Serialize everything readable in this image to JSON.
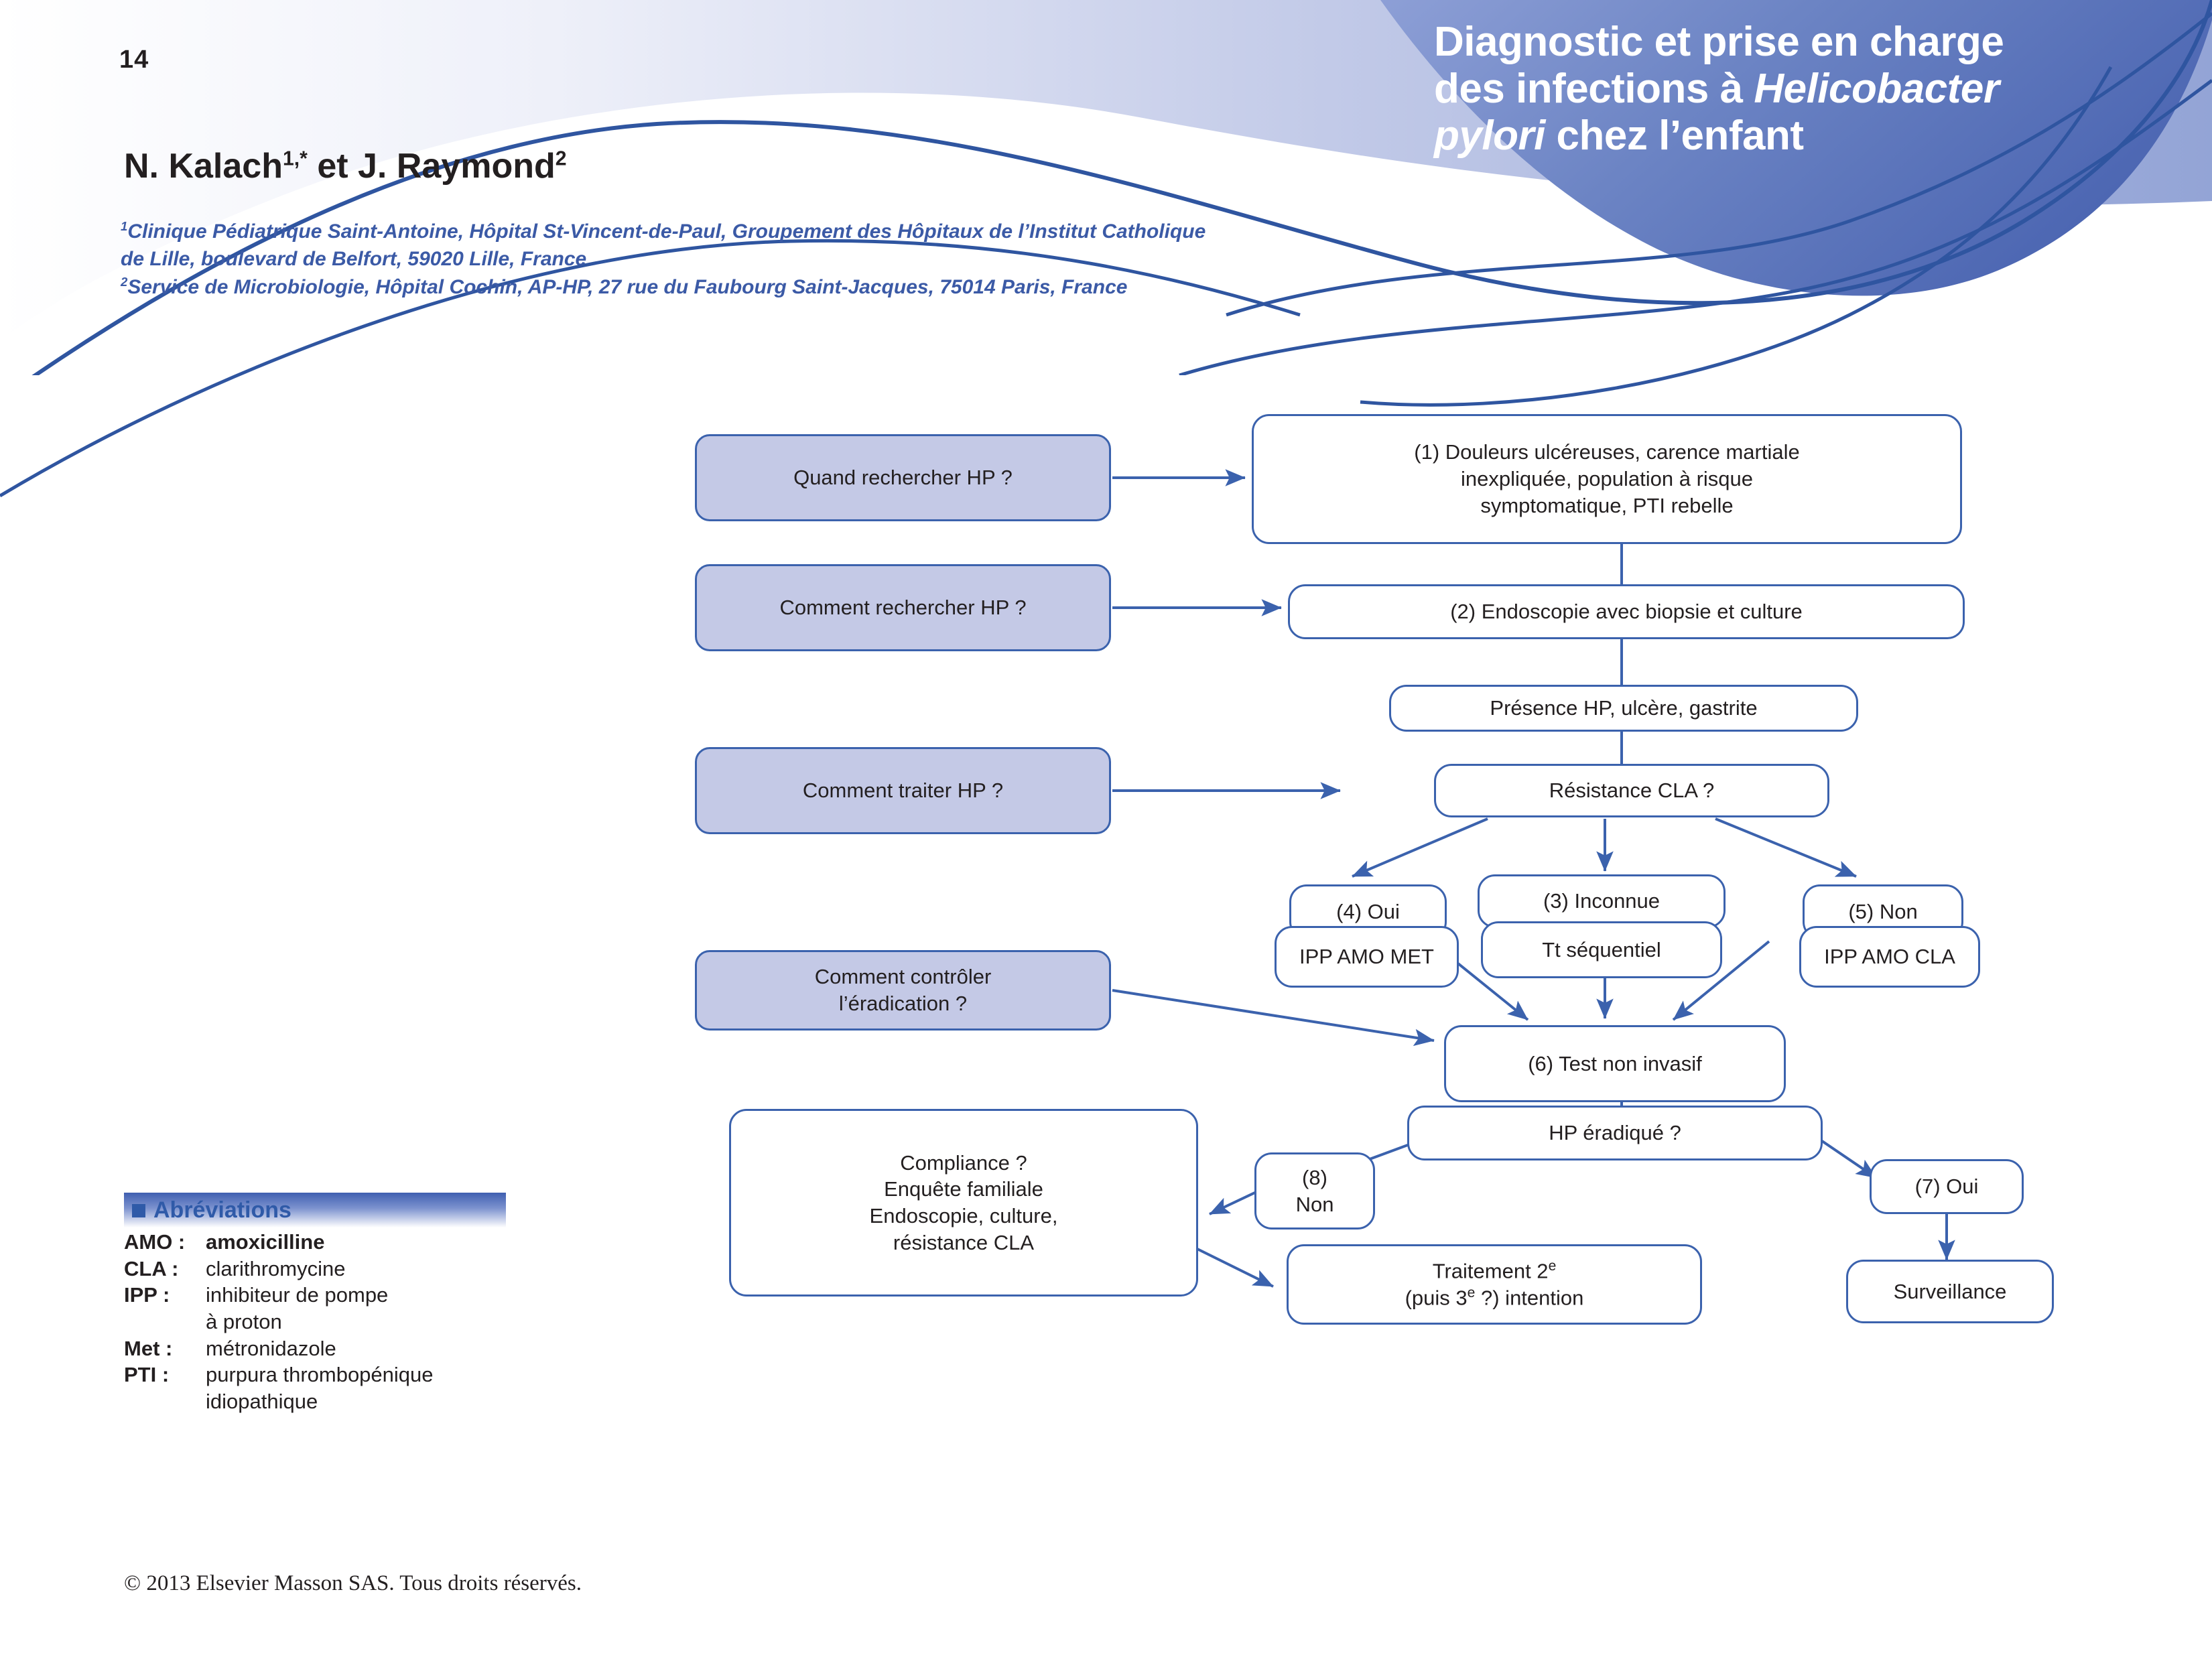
{
  "page": {
    "number": "14",
    "footer": "© 2013 Elsevier Masson SAS. Tous droits réservés."
  },
  "header": {
    "title_line1": "Diagnostic et prise en charge",
    "title_line2_a": "des infections à ",
    "title_line2_b": "Helicobacter",
    "title_line3_a": "pylori",
    "title_line3_b": " chez l’enfant",
    "accent_color": "#5872b8",
    "rule_color": "#2f55a0"
  },
  "authors": {
    "name1": "N. Kalach",
    "sup1": "1,*",
    "conj": " et J. Raymond",
    "sup2": "2",
    "affiliation1_sup": "1",
    "affiliation1": "Clinique Pédiatrique Saint-Antoine, Hôpital St-Vincent-de-Paul, Groupement des Hôpitaux de l’Institut Catholique de Lille, boulevard de Belfort, 59020 Lille, France",
    "affiliation2_sup": "2",
    "affiliation2": "Service de Microbiologie, Hôpital Cochin, AP-HP, 27 rue du Faubourg Saint-Jacques, 75014 Paris, France"
  },
  "abbreviations": {
    "title": "Abréviations",
    "items": [
      {
        "key": "AMO :",
        "value": "amoxicilline",
        "bold": true,
        "cont": ""
      },
      {
        "key": "CLA :",
        "value": "clarithromycine",
        "bold": false,
        "cont": ""
      },
      {
        "key": "IPP :",
        "value": "inhibiteur de pompe",
        "bold": false,
        "cont": "à proton"
      },
      {
        "key": "Met :",
        "value": "métronidazole",
        "bold": false,
        "cont": ""
      },
      {
        "key": "PTI :",
        "value": "purpura thrombopénique",
        "bold": false,
        "cont": "idiopathique"
      }
    ]
  },
  "chart_data": {
    "type": "diagram",
    "title": "Algorithme de diagnostic et prise en charge de Helicobacter pylori chez l’enfant",
    "question_boxes": [
      {
        "id": "q1",
        "label": "Quand rechercher HP ?"
      },
      {
        "id": "q2",
        "label": "Comment rechercher HP ?"
      },
      {
        "id": "q3",
        "label": "Comment traiter HP ?"
      },
      {
        "id": "q4",
        "label": "Comment contrôler\nl’éradication ?"
      }
    ],
    "nodes": [
      {
        "id": "n1",
        "label": "(1) Douleurs ulcéreuses, carence martiale inexpliquée, population à risque symptomatique, PTI rebelle"
      },
      {
        "id": "n2",
        "label": "(2) Endoscopie avec biopsie et culture"
      },
      {
        "id": "n3",
        "label": "Présence HP, ulcère, gastrite"
      },
      {
        "id": "n4",
        "label": "Résistance CLA ?"
      },
      {
        "id": "n5",
        "label": "(4) Oui"
      },
      {
        "id": "n6",
        "label": "(3) Inconnue"
      },
      {
        "id": "n7",
        "label": "(5) Non"
      },
      {
        "id": "n8",
        "label": "IPP AMO MET"
      },
      {
        "id": "n9",
        "label": "Tt séquentiel"
      },
      {
        "id": "n10",
        "label": "IPP AMO CLA"
      },
      {
        "id": "n11",
        "label": "(6) Test non invasif"
      },
      {
        "id": "n12",
        "label": "HP éradiqué ?"
      },
      {
        "id": "n13",
        "label": "(8)\nNon"
      },
      {
        "id": "n14",
        "label": "(7) Oui"
      },
      {
        "id": "n15",
        "label": "Compliance ?\nEnquête familiale\nEndoscopie, culture,\nrésistance CLA"
      },
      {
        "id": "n16",
        "label": "Traitement 2e (puis 3e ?) intention"
      },
      {
        "id": "n17",
        "label": "Surveillance"
      }
    ],
    "edges": [
      {
        "from": "q1",
        "to": "n1"
      },
      {
        "from": "q2",
        "to": "n2"
      },
      {
        "from": "q3",
        "to": "n4"
      },
      {
        "from": "q4",
        "to": "n11"
      },
      {
        "from": "n1",
        "to": "n2"
      },
      {
        "from": "n2",
        "to": "n3"
      },
      {
        "from": "n3",
        "to": "n4"
      },
      {
        "from": "n4",
        "to": "n5"
      },
      {
        "from": "n4",
        "to": "n6"
      },
      {
        "from": "n4",
        "to": "n7"
      },
      {
        "from": "n8",
        "to": "n11"
      },
      {
        "from": "n9",
        "to": "n11"
      },
      {
        "from": "n10",
        "to": "n11"
      },
      {
        "from": "n11",
        "to": "n12"
      },
      {
        "from": "n12",
        "to": "n13"
      },
      {
        "from": "n12",
        "to": "n14"
      },
      {
        "from": "n13",
        "to": "n15"
      },
      {
        "from": "n15",
        "to": "n16"
      },
      {
        "from": "n14",
        "to": "n17"
      }
    ]
  },
  "flow_labels": {
    "q1": "Quand rechercher HP ?",
    "q2": "Comment rechercher HP ?",
    "q3": "Comment traiter HP ?",
    "q4_line1": "Comment contrôler",
    "q4_line2": "l’éradication ?",
    "n1_line1": "(1) Douleurs ulcéreuses, carence martiale",
    "n1_line2": "inexpliquée, population à risque",
    "n1_line3": "symptomatique, PTI rebelle",
    "n2": "(2) Endoscopie avec biopsie et culture",
    "n3": "Présence HP, ulcère, gastrite",
    "n4": "Résistance CLA ?",
    "n5": "(4) Oui",
    "n6": "(3) Inconnue",
    "n7": "(5) Non",
    "n8": "IPP AMO MET",
    "n9": "Tt séquentiel",
    "n10": "IPP AMO CLA",
    "n11": "(6) Test non invasif",
    "n12": "HP éradiqué ?",
    "n13_line1": "(8)",
    "n13_line2": "Non",
    "n14": "(7) Oui",
    "n15_line1": "Compliance ?",
    "n15_line2": "Enquête familiale",
    "n15_line3": "Endoscopie, culture,",
    "n15_line4": "résistance CLA",
    "n16_line1a": "Traitement 2",
    "n16_line1b": "e",
    "n16_line2a": "(puis 3",
    "n16_line2b": "e",
    "n16_line2c": " ?) intention",
    "n17": "Surveillance"
  }
}
